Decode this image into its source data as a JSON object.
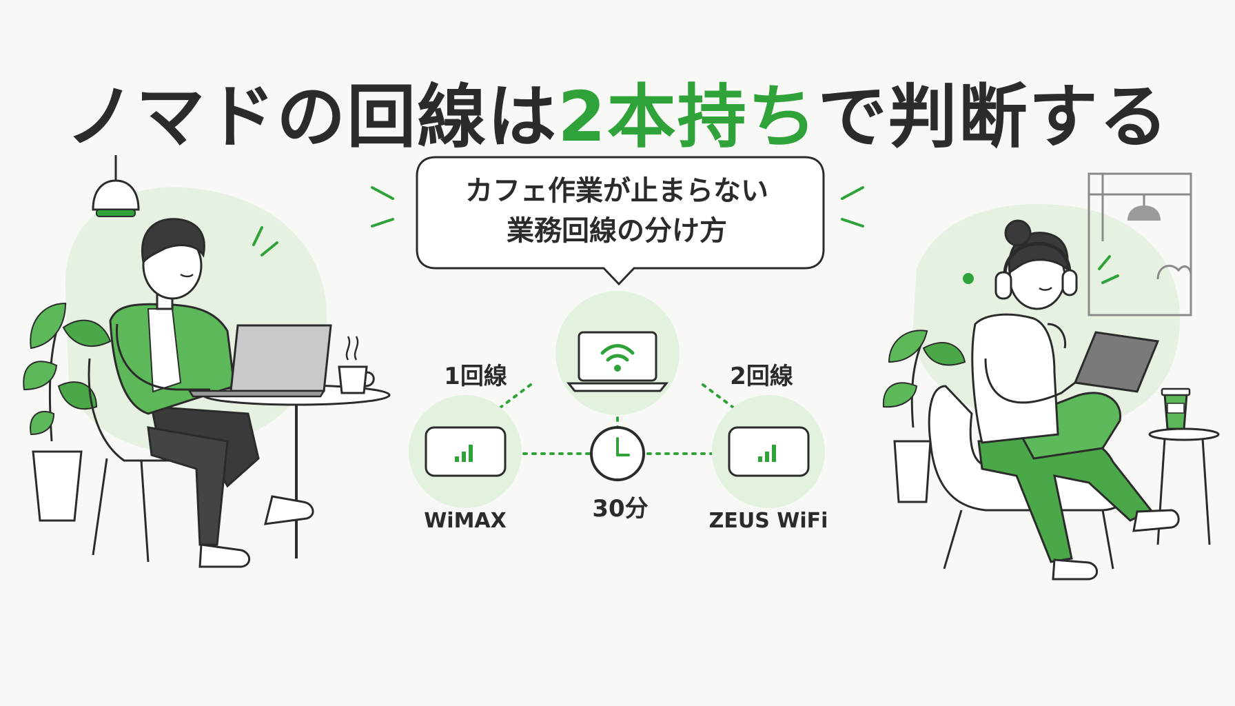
{
  "title": {
    "prefix": "ノマドの回線は",
    "accent": "2本持ち",
    "suffix": "で判断する"
  },
  "bubble": {
    "line1": "カフェ作業が止まらない",
    "line2": "業務回線の分け方"
  },
  "diagram": {
    "line1_label": "1回線",
    "line2_label": "2回線",
    "line1_name": "WiMAX",
    "line2_name": "ZEUS WiFi",
    "switch_time": "30分",
    "center_icon": "laptop-wifi-icon",
    "router_icon": "router-signal-icon",
    "clock_icon": "clock-icon"
  },
  "colors": {
    "accent": "#2fa339",
    "accent_light": "#e3f1df",
    "ink": "#2b2b2b"
  }
}
